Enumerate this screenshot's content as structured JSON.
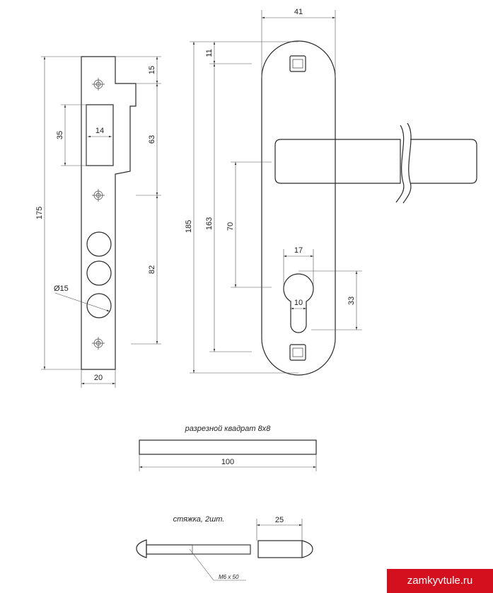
{
  "strike_plate": {
    "dims": {
      "top_offset": "15",
      "cutout_height": "35",
      "cutout_width": "14",
      "cutout_to_hole": "63",
      "total_height": "175",
      "lower_span": "82",
      "hole_diameter": "Ø15",
      "width": "20"
    }
  },
  "handle_plate": {
    "dims": {
      "width": "41",
      "top_offset": "11",
      "total_height": "185",
      "inner_height": "163",
      "lever_to_cylinder": "70",
      "cylinder_width": "17",
      "cylinder_neck": "10",
      "cylinder_height": "33"
    }
  },
  "spindle": {
    "label": "разрезной квадрат 8х8",
    "length": "100"
  },
  "screw": {
    "label": "стяжка, 2шт.",
    "length": "25",
    "thread": "M6 x 50"
  },
  "watermark": "zamkyvtule.ru"
}
